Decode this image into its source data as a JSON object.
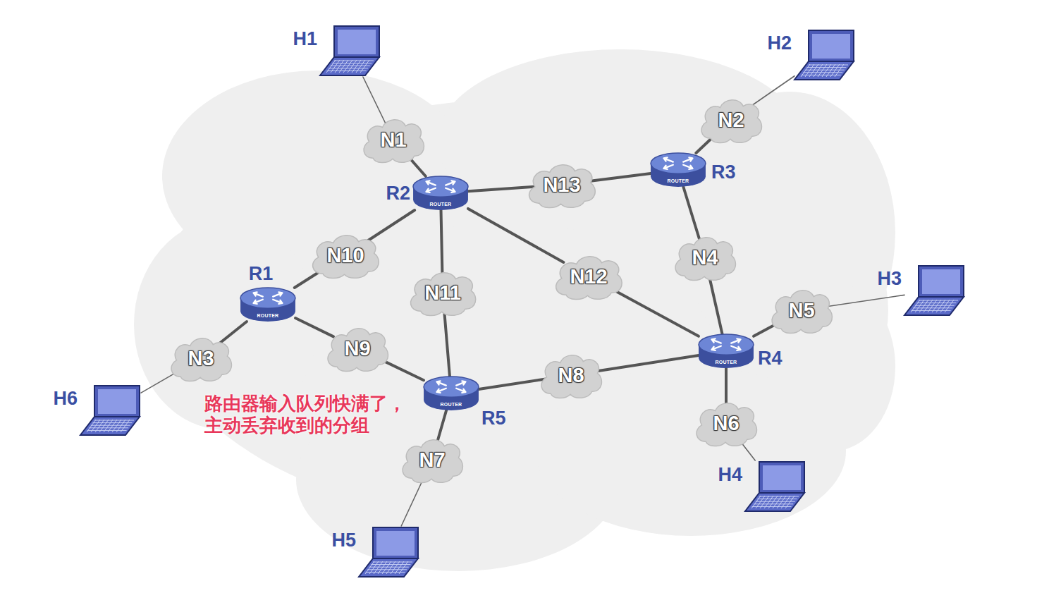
{
  "diagram": {
    "nodes": [
      {
        "text": [
          "H1"
        ]
      },
      {
        "text": [
          "H2"
        ]
      },
      {
        "text": [
          "H3"
        ]
      },
      {
        "text": [
          "H4"
        ]
      },
      {
        "text": [
          "H5"
        ]
      },
      {
        "text": [
          "H6"
        ]
      },
      {
        "text": [
          "R1",
          "ROUTER"
        ]
      },
      {
        "text": [
          "R2",
          "ROUTER"
        ]
      },
      {
        "text": [
          "R3",
          "ROUTER"
        ]
      },
      {
        "text": [
          "R4",
          "ROUTER"
        ]
      },
      {
        "text": [
          "R5",
          "ROUTER"
        ]
      },
      {
        "text": [
          "N1"
        ]
      },
      {
        "text": [
          "N2"
        ]
      },
      {
        "text": [
          "N3"
        ]
      },
      {
        "text": [
          "N4"
        ]
      },
      {
        "text": [
          "N5"
        ]
      },
      {
        "text": [
          "N6"
        ]
      },
      {
        "text": [
          "N7"
        ]
      },
      {
        "text": [
          "N8"
        ]
      },
      {
        "text": [
          "N9"
        ]
      },
      {
        "text": [
          "N10"
        ]
      },
      {
        "text": [
          "N11"
        ]
      },
      {
        "text": [
          "N12"
        ]
      },
      {
        "text": [
          "N13"
        ]
      }
    ],
    "edges": [
      {
        "from": 0,
        "to": 11,
        "arrow": "none"
      },
      {
        "from": 11,
        "to": 7,
        "arrow": "none"
      },
      {
        "from": 7,
        "to": 23,
        "arrow": "none"
      },
      {
        "from": 23,
        "to": 8,
        "arrow": "none"
      },
      {
        "from": 8,
        "to": 12,
        "arrow": "none"
      },
      {
        "from": 12,
        "to": 1,
        "arrow": "none"
      },
      {
        "from": 8,
        "to": 14,
        "arrow": "none"
      },
      {
        "from": 14,
        "to": 9,
        "arrow": "none"
      },
      {
        "from": 9,
        "to": 15,
        "arrow": "none"
      },
      {
        "from": 15,
        "to": 2,
        "arrow": "none"
      },
      {
        "from": 9,
        "to": 16,
        "arrow": "none"
      },
      {
        "from": 16,
        "to": 3,
        "arrow": "none"
      },
      {
        "from": 7,
        "to": 20,
        "arrow": "none"
      },
      {
        "from": 20,
        "to": 6,
        "arrow": "none"
      },
      {
        "from": 6,
        "to": 13,
        "arrow": "none"
      },
      {
        "from": 13,
        "to": 5,
        "arrow": "none"
      },
      {
        "from": 6,
        "to": 19,
        "arrow": "none"
      },
      {
        "from": 19,
        "to": 10,
        "arrow": "none"
      },
      {
        "from": 7,
        "to": 21,
        "arrow": "none"
      },
      {
        "from": 21,
        "to": 10,
        "arrow": "none"
      },
      {
        "from": 7,
        "to": 22,
        "arrow": "none"
      },
      {
        "from": 22,
        "to": 9,
        "arrow": "none"
      },
      {
        "from": 10,
        "to": 18,
        "arrow": "none"
      },
      {
        "from": 18,
        "to": 9,
        "arrow": "none"
      },
      {
        "from": 10,
        "to": 17,
        "arrow": "none"
      },
      {
        "from": 17,
        "to": 4,
        "arrow": "none"
      }
    ],
    "labels": [
      "路由器输入队列快满了， 主动丢弃收到的分组"
    ]
  }
}
